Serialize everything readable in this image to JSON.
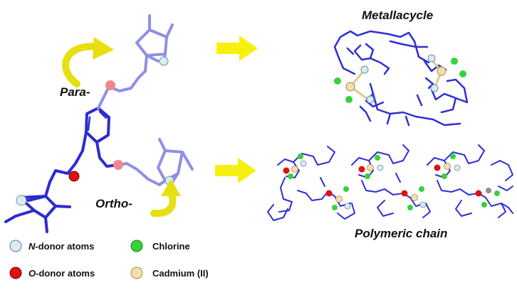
{
  "labels": {
    "para": "Para-",
    "ortho": "Ortho-",
    "metallacycle": "Metallacycle",
    "polymeric_chain": "Polymeric chain"
  },
  "legend": [
    {
      "prefix": "N",
      "text": "-donor atoms",
      "color": "#d8ecf6",
      "edge": "#5c7f91"
    },
    {
      "prefix": "",
      "text": "Chlorine",
      "color": "#37d23a",
      "edge": "#1a7d1c"
    },
    {
      "prefix": "O",
      "text": "-donor atoms",
      "color": "#e01010",
      "edge": "#7b0000"
    },
    {
      "prefix": "",
      "text": "Cadmium (II)",
      "color": "#f2dfb0",
      "edge": "#a58a4a"
    }
  ],
  "colors": {
    "backbone": "#2b2bd1",
    "para_bonds": "#8f8fe6",
    "arrow": "#f7f00f",
    "curved_arrow": "#e7df10",
    "ester_oxygen": "#f08a8a"
  }
}
